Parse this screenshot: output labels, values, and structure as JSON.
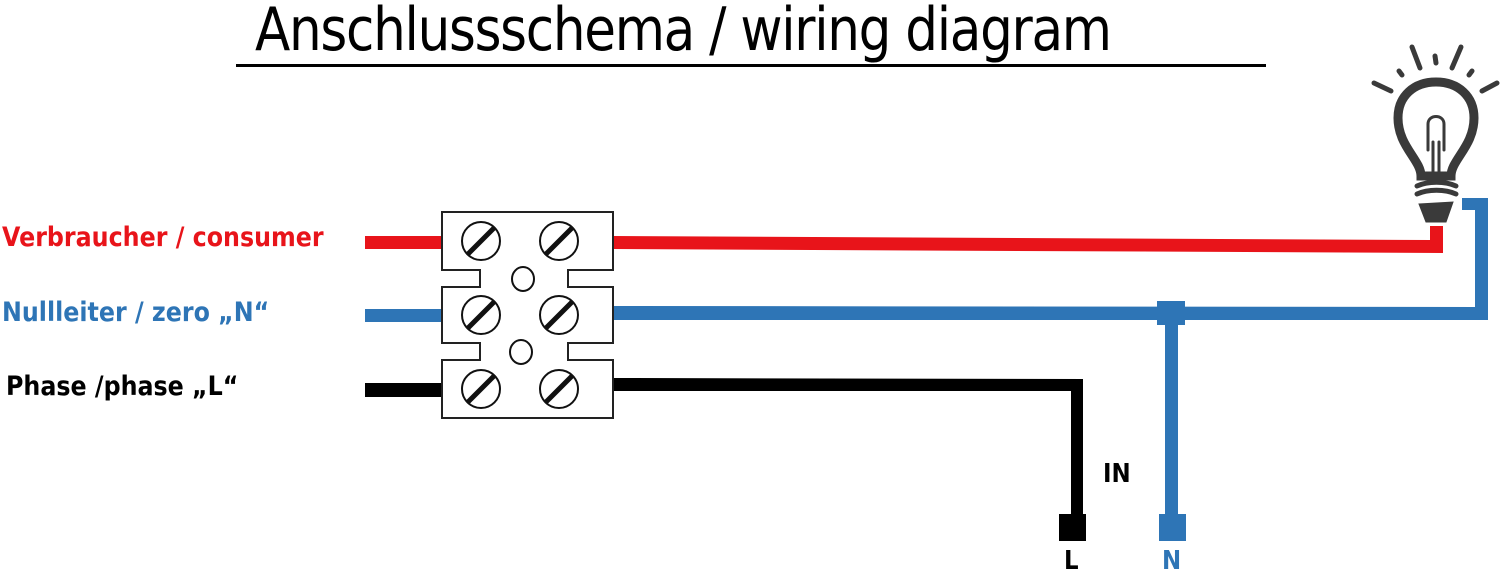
{
  "title": "Anschlussschema / wiring diagram",
  "wires": {
    "consumer": {
      "label": "Verbraucher / consumer",
      "color": "#e8141a"
    },
    "neutral": {
      "label": "Nullleiter / zero „N“",
      "color": "#2e75b6"
    },
    "phase": {
      "label": "Phase /phase „L“",
      "color": "#000000"
    }
  },
  "input": {
    "label": "IN",
    "terminal_l": "L",
    "terminal_n": "N"
  },
  "icons": {
    "terminal_block": "terminal-block-icon",
    "lamp": "light-bulb-icon"
  }
}
